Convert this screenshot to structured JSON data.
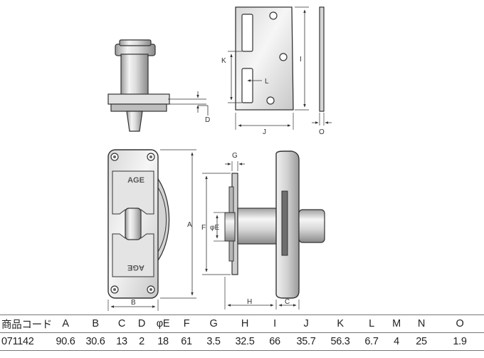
{
  "figure": {
    "stamp_text": "AGE",
    "dimension_labels": {
      "A": "A",
      "B": "B",
      "C": "C",
      "D": "D",
      "phiE": "φE",
      "F": "F",
      "G": "G",
      "H": "H",
      "I": "I",
      "J": "J",
      "K": "K",
      "L": "L",
      "O": "O"
    }
  },
  "spec_table": {
    "headers": [
      "商品コード",
      "A",
      "B",
      "C",
      "D",
      "φE",
      "F",
      "G",
      "H",
      "I",
      "J",
      "K",
      "L",
      "M",
      "N",
      "O"
    ],
    "rows": [
      [
        "071142",
        "90.6",
        "30.6",
        "13",
        "2",
        "18",
        "61",
        "3.5",
        "32.5",
        "66",
        "35.7",
        "56.3",
        "6.7",
        "4",
        "25",
        "1.9"
      ]
    ]
  },
  "colors": {
    "metal_light": "#ececec",
    "metal_mid": "#c4c4c4",
    "metal_dark": "#8e8e8e",
    "outline": "#333333"
  }
}
